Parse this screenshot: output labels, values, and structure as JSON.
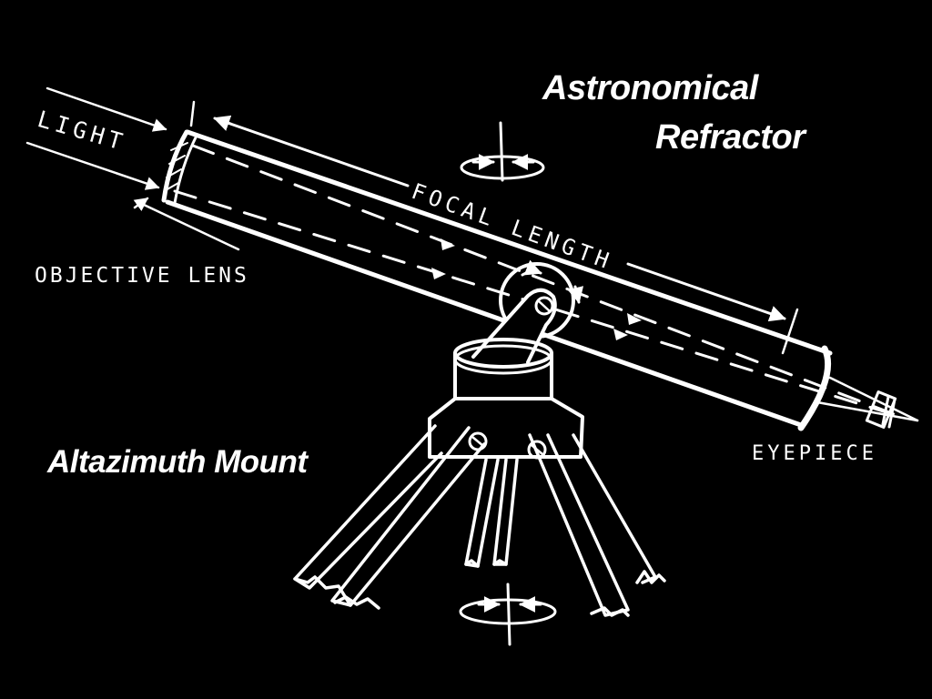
{
  "title_line1": "Astronomical",
  "title_line2": "Refractor",
  "mount_title": "Altazimuth Mount",
  "labels": {
    "light": "LIGHT",
    "objective_lens": "OBJECTIVE LENS",
    "focal_length": "FOCAL LENGTH",
    "eyepiece": "EYEPIECE"
  },
  "colors": {
    "background": "#000000",
    "ink": "#ffffff"
  }
}
